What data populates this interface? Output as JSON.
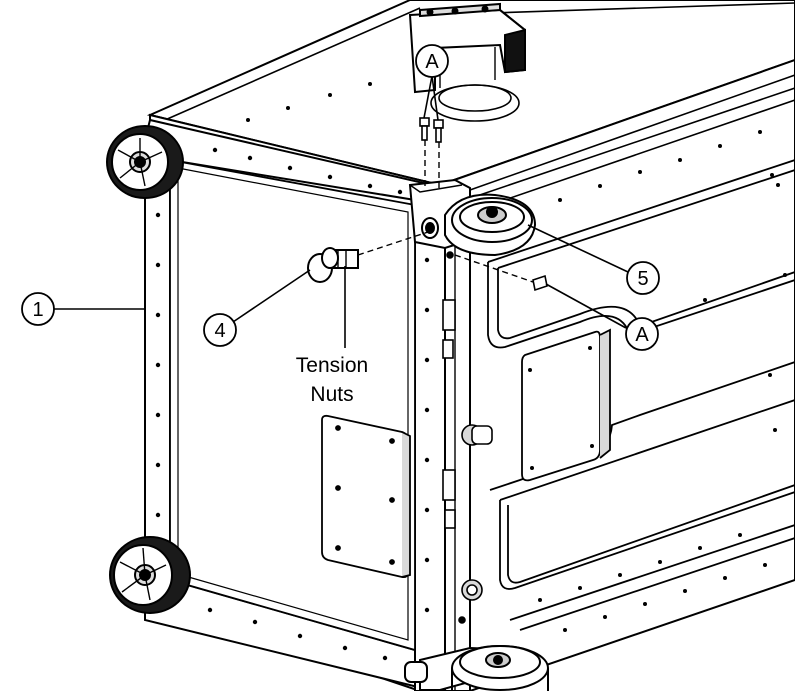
{
  "callouts": {
    "c1": "1",
    "c4": "4",
    "c5": "5",
    "a_top": "A",
    "a_right": "A"
  },
  "labels": {
    "tension_line1": "Tension",
    "tension_line2": "Nuts"
  },
  "colors": {
    "line": "#000000",
    "panel": "#ffffff",
    "shade": "#d9d9d9",
    "dark": "#111111"
  }
}
